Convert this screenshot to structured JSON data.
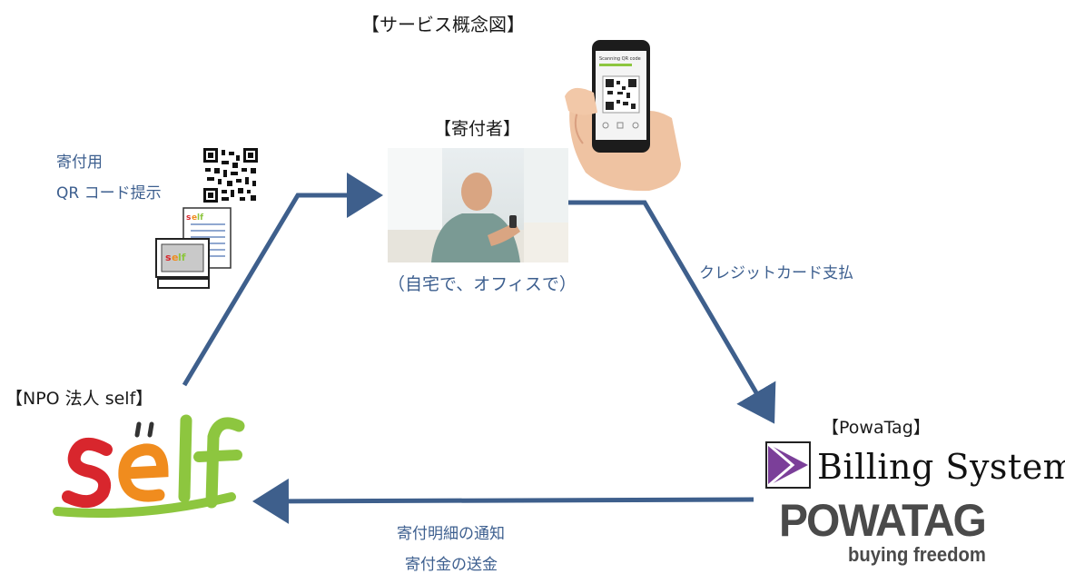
{
  "title": "【サービス概念図】",
  "donor": {
    "label": "【寄付者】",
    "caption": "（自宅で、オフィスで）"
  },
  "npo": {
    "label": "【NPO 法人 self】",
    "logo_text": "self"
  },
  "qr_note": {
    "line1": "寄付用",
    "line2": "QR コード提示"
  },
  "payment_label": "クレジットカード支払",
  "powatag": {
    "label": "【PowaTag】",
    "billing": "Billing System",
    "brand": "POWATAG",
    "tagline": "buying freedom"
  },
  "bottom": {
    "line1": "寄付明細の通知",
    "line2": "寄付金の送金"
  },
  "phone_screen_text": "Scanning QR code",
  "colors": {
    "arrow": "#3e5f8c",
    "accent_text": "#3d5f8f",
    "self_red": "#d8262d",
    "self_orange": "#f08c1e",
    "self_green": "#8dc63f",
    "billing_purple": "#7b3f99"
  }
}
